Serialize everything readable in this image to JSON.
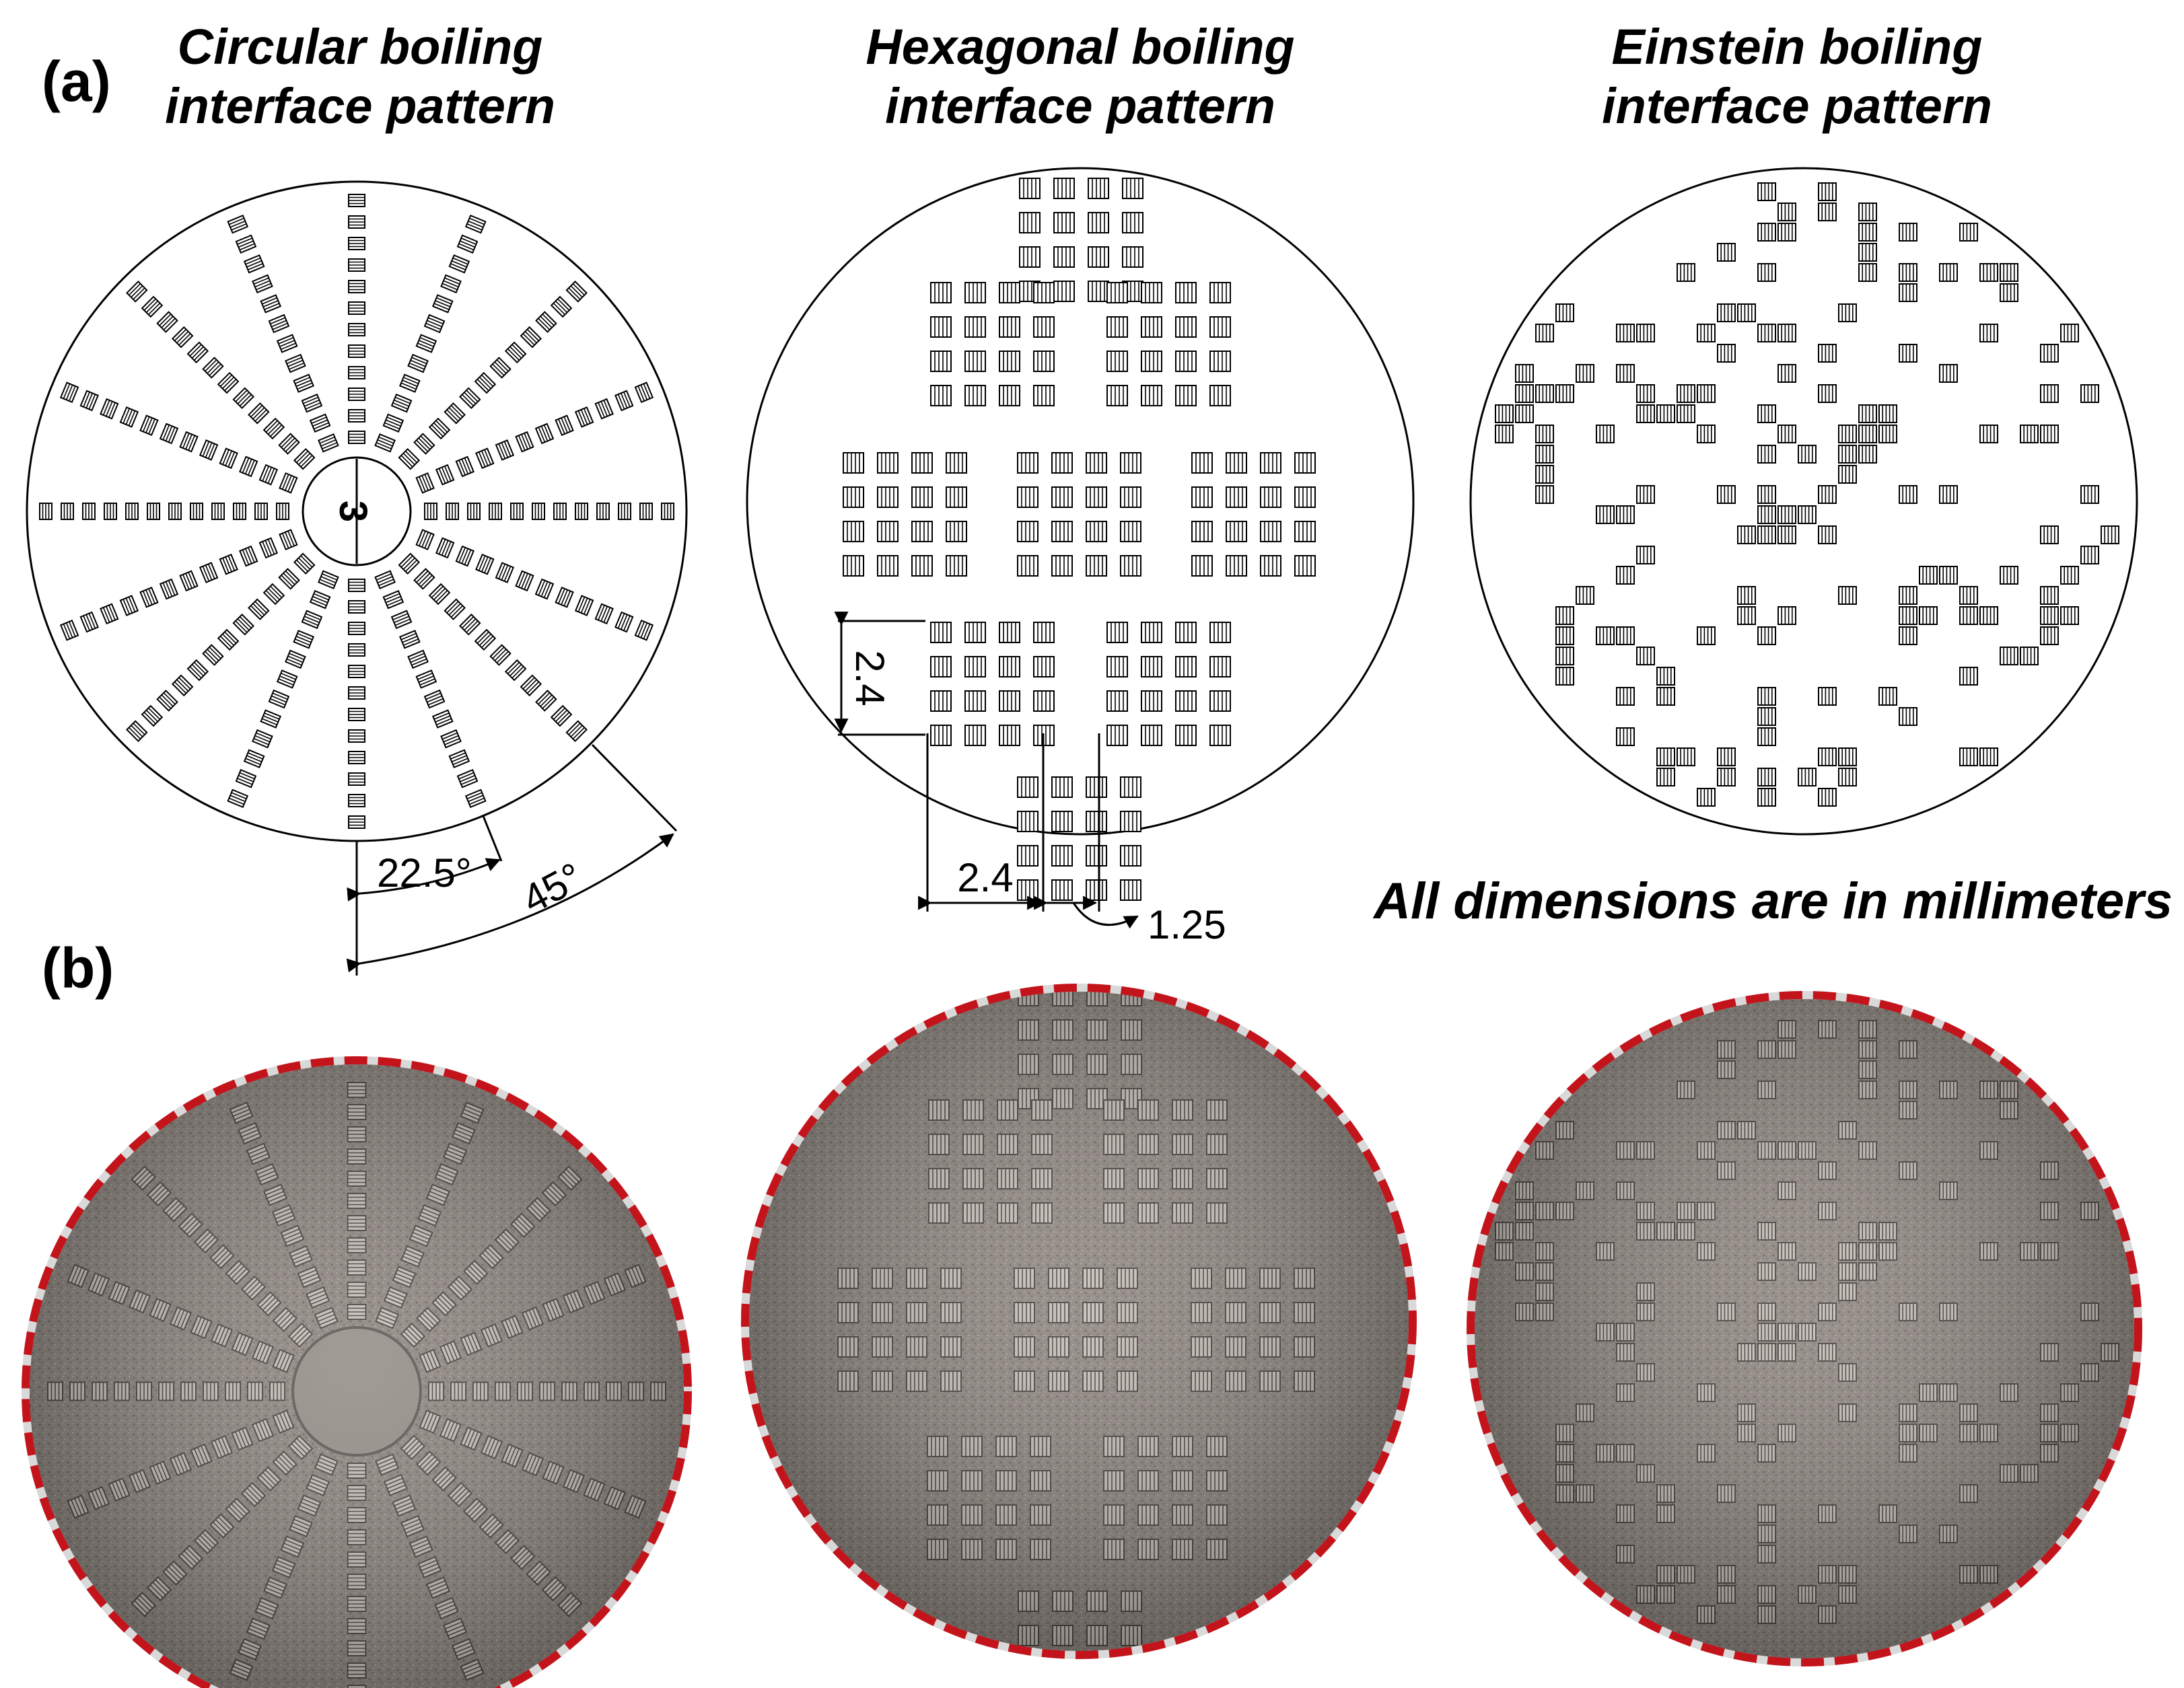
{
  "panel_a": {
    "label": "(a)",
    "titles": {
      "circular": [
        "Circular boiling",
        "interface pattern"
      ],
      "hexagonal": [
        "Hexagonal boiling",
        "interface pattern"
      ],
      "einstein": [
        "Einstein boiling",
        "interface pattern"
      ]
    },
    "circular_dims": {
      "center_diameter": "3",
      "angle_small": "22.5°",
      "angle_large": "45°"
    },
    "hexagonal_dims": {
      "vertical": "2.4",
      "horizontal": "2.4",
      "gap": "1.25"
    },
    "units_note": "All dimensions are in millimeters"
  },
  "panel_b": {
    "label": "(b)",
    "photo_names": [
      "circular-photo",
      "hexagonal-photo",
      "einstein-photo"
    ]
  },
  "colors": {
    "line": "#000000",
    "photo_surface": "#8e8680",
    "photo_dark": "#5c5652",
    "outline_red": "#c3141b",
    "outline_light": "#d9d9d9"
  }
}
